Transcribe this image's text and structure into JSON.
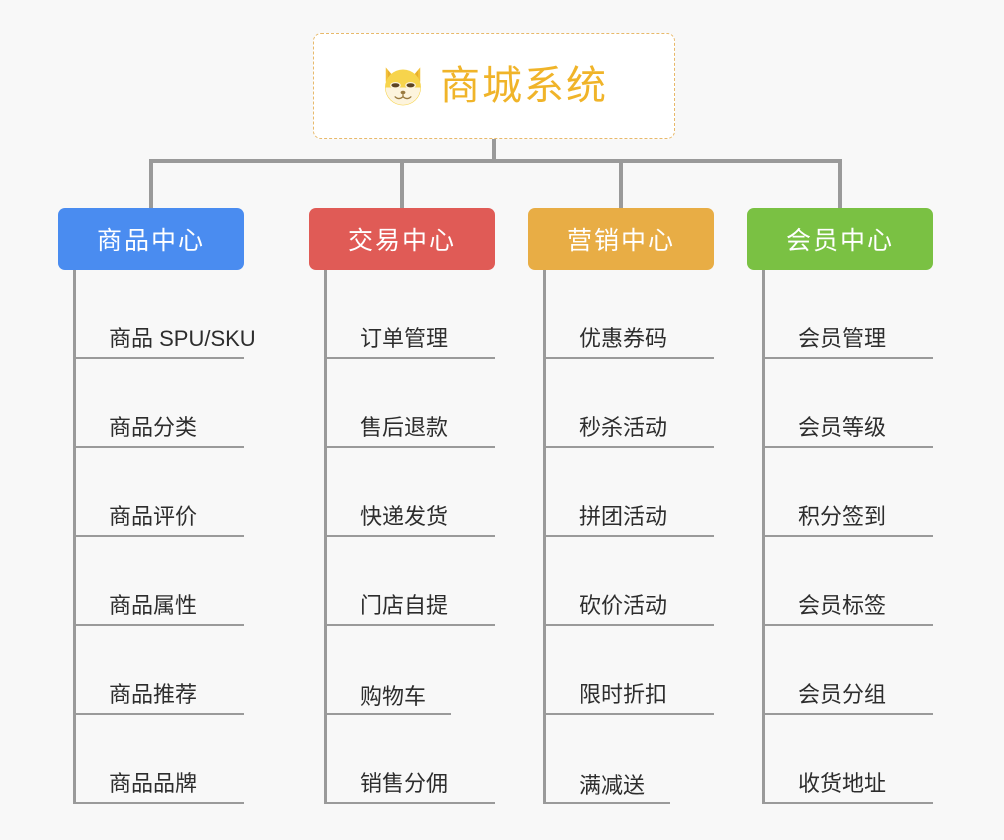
{
  "page": {
    "background_color": "#f8f8f8",
    "diagram_type": "mind-map"
  },
  "root": {
    "title": "商城系统",
    "icon": "shiba-dog-face-icon",
    "text_color": "#f0b429",
    "border_color": "#e8b96a",
    "background_color": "#ffffff"
  },
  "branches": [
    {
      "title": "商品中心",
      "color": "#4a8cf0",
      "items": [
        {
          "label": "商品 SPU/SKU",
          "wide": true
        },
        {
          "label": "商品分类",
          "wide": true
        },
        {
          "label": "商品评价",
          "wide": true
        },
        {
          "label": "商品属性",
          "wide": true
        },
        {
          "label": "商品推荐",
          "wide": true
        },
        {
          "label": "商品品牌",
          "wide": true
        }
      ]
    },
    {
      "title": "交易中心",
      "color": "#e05b56",
      "items": [
        {
          "label": "订单管理",
          "wide": true
        },
        {
          "label": "售后退款",
          "wide": true
        },
        {
          "label": "快递发货",
          "wide": true
        },
        {
          "label": "门店自提",
          "wide": true
        },
        {
          "label": "购物车",
          "wide": false
        },
        {
          "label": "销售分佣",
          "wide": true
        }
      ]
    },
    {
      "title": "营销中心",
      "color": "#e8ad45",
      "items": [
        {
          "label": "优惠券码",
          "wide": true
        },
        {
          "label": "秒杀活动",
          "wide": true
        },
        {
          "label": "拼团活动",
          "wide": true
        },
        {
          "label": "砍价活动",
          "wide": true
        },
        {
          "label": "限时折扣",
          "wide": true
        },
        {
          "label": "满减送",
          "wide": false
        }
      ]
    },
    {
      "title": "会员中心",
      "color": "#7ac143",
      "items": [
        {
          "label": "会员管理",
          "wide": true
        },
        {
          "label": "会员等级",
          "wide": true
        },
        {
          "label": "积分签到",
          "wide": true
        },
        {
          "label": "会员标签",
          "wide": true
        },
        {
          "label": "会员分组",
          "wide": true
        },
        {
          "label": "收货地址",
          "wide": true
        }
      ]
    }
  ],
  "connector": {
    "color": "#9a9a9a"
  }
}
